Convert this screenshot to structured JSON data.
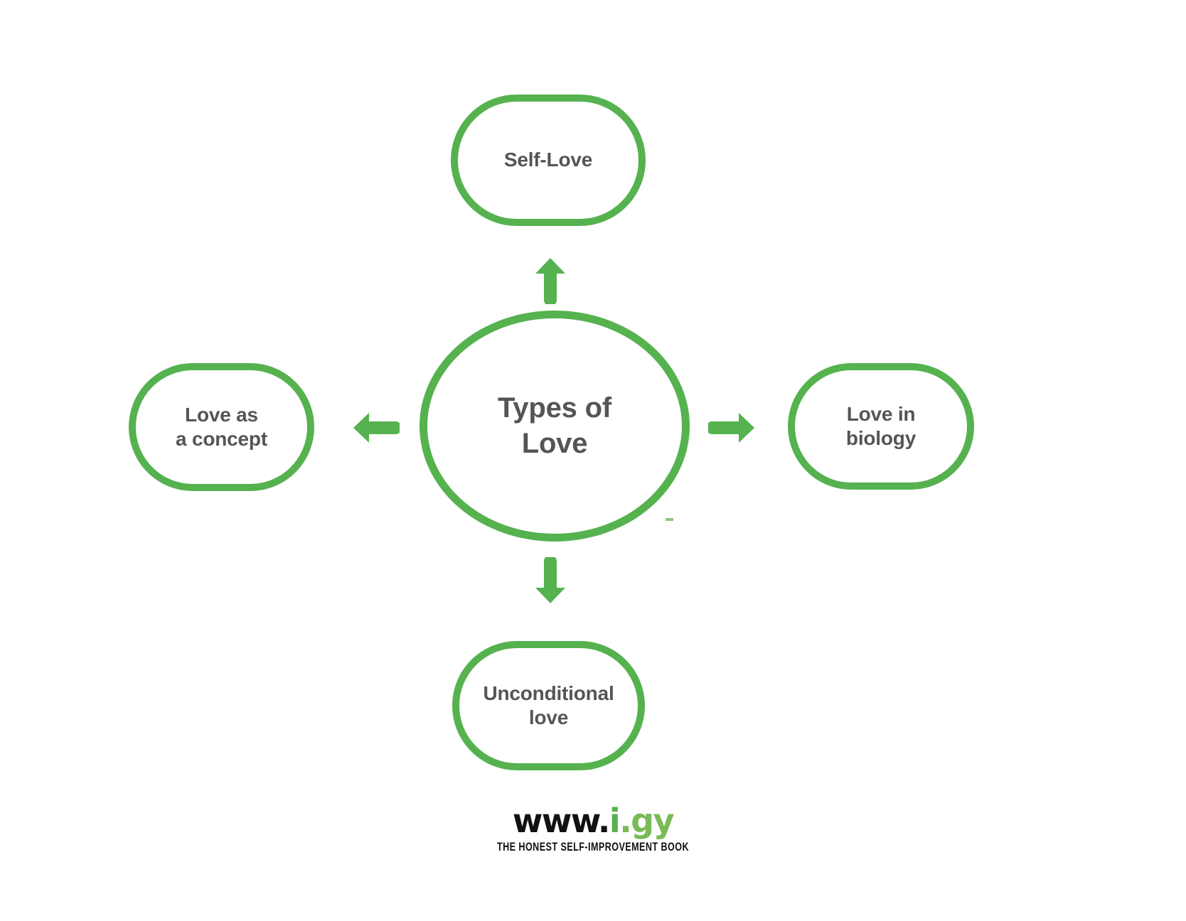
{
  "diagram": {
    "type": "radial-hub-and-spoke",
    "title": "Types of Love",
    "accent_color": "#55b24f",
    "text_color": "#555555",
    "background_color": "#ffffff",
    "center": {
      "id": "center",
      "label": "Types of\nLove",
      "shape": "circle"
    },
    "nodes": [
      {
        "id": "top",
        "label": "Self-Love",
        "shape": "rounded-rect",
        "position": "top"
      },
      {
        "id": "right",
        "label": "Love in\nbiology",
        "shape": "rounded-rect",
        "position": "right"
      },
      {
        "id": "bottom",
        "label": "Unconditional\nlove",
        "shape": "rounded-rect",
        "position": "bottom"
      },
      {
        "id": "left",
        "label": "Love as\na concept",
        "shape": "rounded-rect",
        "position": "left"
      }
    ],
    "connectors": [
      {
        "id": "up",
        "from": "center",
        "to": "top",
        "direction": "up",
        "style": "solid-arrow"
      },
      {
        "id": "right",
        "from": "center",
        "to": "right",
        "direction": "right",
        "style": "solid-arrow"
      },
      {
        "id": "down",
        "from": "center",
        "to": "bottom",
        "direction": "down",
        "style": "solid-arrow"
      },
      {
        "id": "left",
        "from": "center",
        "to": "left",
        "direction": "left",
        "style": "solid-arrow"
      }
    ]
  },
  "footer": {
    "url_www": "www.",
    "url_i": "i",
    "url_gy": ".gy",
    "tagline": "THE HONEST SELF-IMPROVEMENT BOOK"
  }
}
